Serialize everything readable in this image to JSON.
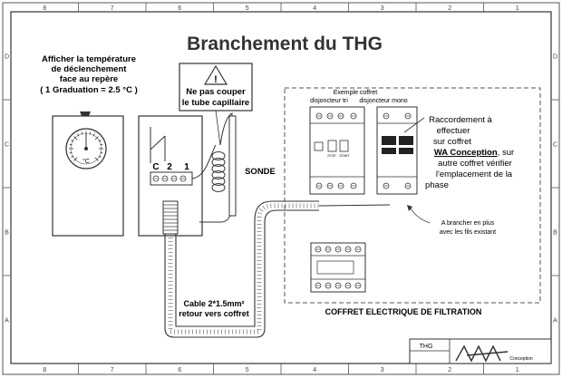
{
  "title": "Branchement du THG",
  "grid": {
    "cols_top": [
      "8",
      "7",
      "6",
      "5",
      "4",
      "3",
      "2",
      "1"
    ],
    "cols_bottom": [
      "8",
      "7",
      "6",
      "5",
      "4",
      "3",
      "2",
      "1"
    ],
    "rows_left": [
      "D",
      "C",
      "B",
      "A"
    ],
    "rows_right": [
      "D",
      "C",
      "B",
      "A"
    ]
  },
  "thermostat_note": {
    "line1": "Afficher la température",
    "line2": "de déclenchement",
    "line3": "face au repère",
    "line4": "( 1 Graduation = 2.5 °C )"
  },
  "dial_unit": "°C",
  "terminals": {
    "c": "C",
    "two": "2",
    "one": "1"
  },
  "warning": {
    "symbol": "!",
    "line1": "Ne pas couper",
    "line2": "le tube capillaire"
  },
  "sonde_label": "SONDE",
  "cable_label": {
    "line1": "Cable 2*1.5mm²",
    "line2": "retour vers coffret"
  },
  "coffret_example": {
    "line1": "Exemple coffret",
    "line2": "disjoncteur tri",
    "line3": "disjoncteur mono"
  },
  "raccordement": {
    "line1": "Raccordement à",
    "line2": "effectuer",
    "line3": "sur coffret",
    "line4_bold": "WA Conception",
    "line4_rest": ", sur",
    "line5": "autre coffret vérifier",
    "line6": "l'emplacement de la",
    "line7": "phase"
  },
  "brancher_note": {
    "line1": "A brancher en plus",
    "line2": "avec les fils existant"
  },
  "coffret_label": "COFFRET ELECTRIQUE DE FILTRATION",
  "title_block": {
    "ref": "THG",
    "company": "Conception"
  },
  "breaker_buttons": {
    "stop": "STOP",
    "start": "START"
  }
}
